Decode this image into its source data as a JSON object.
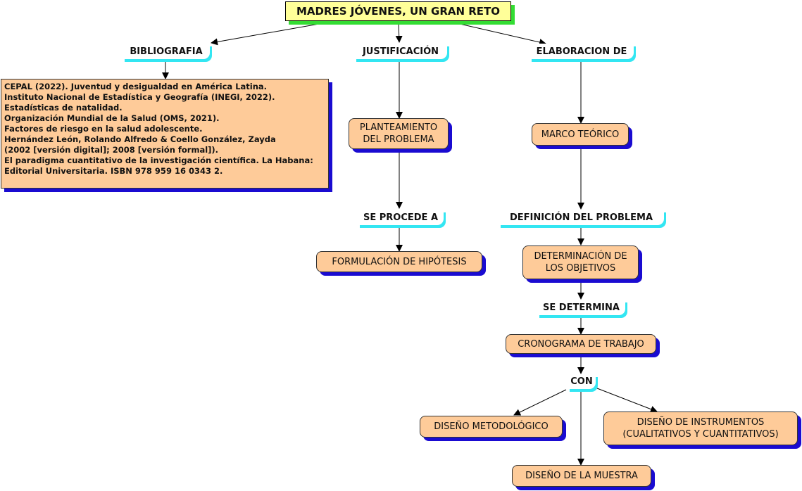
{
  "title": "MADRES JÓVENES, UN GRAN RETO",
  "colors": {
    "title_fill": "#ffff99",
    "title_shadow": "#33dd33",
    "concept_fill": "#fecb99",
    "concept_shadow": "#1a0bd1",
    "link_underline": "#33e6f2"
  },
  "links": {
    "bibliografia": "BIBLIOGRAFIA",
    "justificacion": "JUSTIFICACIÓN",
    "elaboracion": "ELABORACION DE",
    "se_procede": "SE PROCEDE A",
    "definicion": "DEFINICIÓN DEL PROBLEMA",
    "se_determina": "SE DETERMINA",
    "con": "CON"
  },
  "bibliography": [
    "CEPAL (2022). Juventud y desigualdad en América Latina.",
    "Instituto Nacional de Estadística y Geografía (INEGI, 2022).",
    "Estadísticas de natalidad.",
    "Organización Mundial de la Salud (OMS, 2021).",
    "Factores de riesgo en la salud adolescente.",
    "Hernández León, Rolando Alfredo & Coello González, Zayda",
    "(2002 [versión digital]; 2008 [versión formal]).",
    "El paradigma cuantitativo de la investigación científica. La Habana:",
    "Editorial Universitaria. ISBN 978 959 16 0343 2."
  ],
  "concepts": {
    "planteamiento": [
      "PLANTEAMIENTO",
      "DEL PROBLEMA"
    ],
    "formulacion": "FORMULACIÓN DE HIPÓTESIS",
    "marco": "MARCO TEÓRICO",
    "objetivos": [
      "DETERMINACIÓN DE",
      "LOS OBJETIVOS"
    ],
    "cronograma": "CRONOGRAMA DE TRABAJO",
    "metodologico": "DISEÑO METODOLÓGICO",
    "instrumentos": [
      "DISEÑO DE INSTRUMENTOS",
      "(CUALITATIVOS Y CUANTITATIVOS)"
    ],
    "muestra": "DISEÑO DE LA MUESTRA"
  }
}
